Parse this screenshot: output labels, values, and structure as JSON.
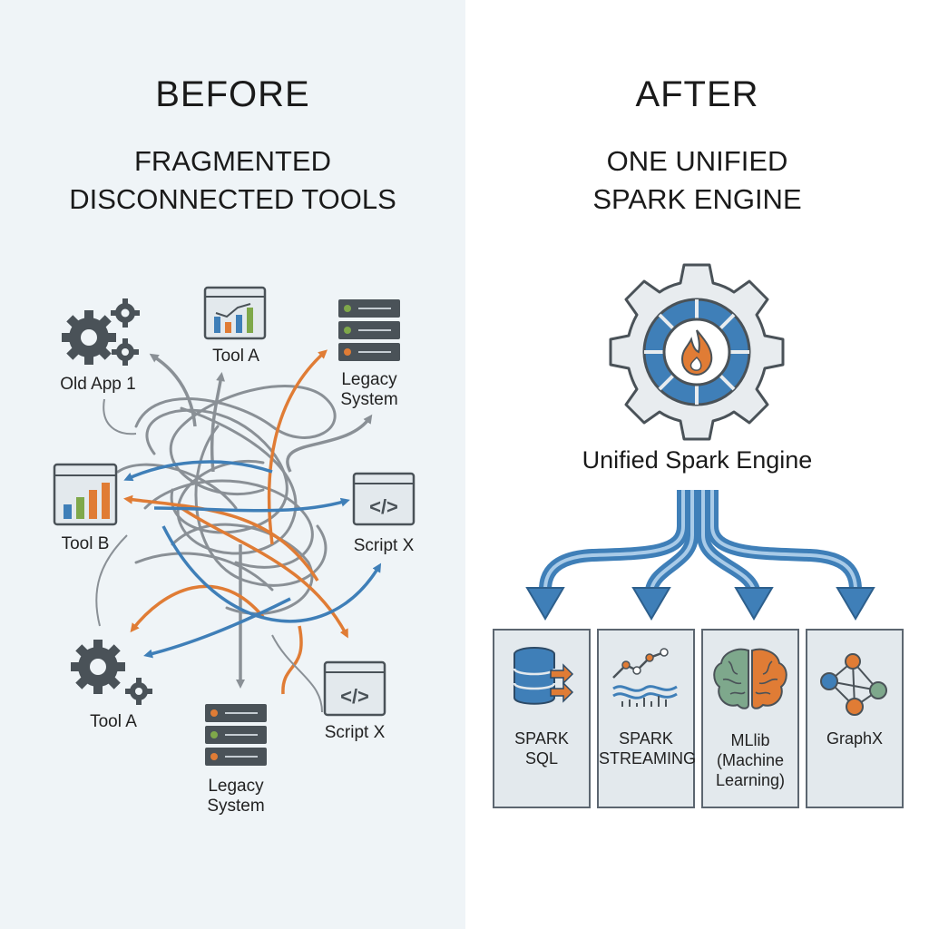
{
  "before": {
    "heading": "BEFORE",
    "subtitle_line1": "FRAGMENTED",
    "subtitle_line2": "DISCONNECTED TOOLS",
    "nodes": {
      "old_app": "Old App 1",
      "tool_a_top": "Tool A",
      "legacy_top_line1": "Legacy",
      "legacy_top_line2": "System",
      "tool_b": "Tool B",
      "script_x_right": "Script X",
      "tool_a_bottom": "Tool A",
      "script_x_bottom": "Script X",
      "legacy_bottom_line1": "Legacy",
      "legacy_bottom_line2": "System"
    }
  },
  "after": {
    "heading": "AFTER",
    "subtitle_line1": "ONE UNIFIED",
    "subtitle_line2": "SPARK ENGINE",
    "engine_label": "Unified Spark Engine",
    "modules": [
      {
        "line1": "SPARK",
        "line2": "SQL",
        "line3": "",
        "icon": "database-icon"
      },
      {
        "line1": "SPARK",
        "line2": "STREAMING",
        "line3": "",
        "icon": "stream-chart-icon"
      },
      {
        "line1": "MLlib",
        "line2": "(Machine",
        "line3": "Learning)",
        "icon": "brain-icon"
      },
      {
        "line1": "GraphX",
        "line2": "",
        "line3": "",
        "icon": "graph-network-icon"
      }
    ]
  },
  "colors": {
    "gray_arrow": "#8a9096",
    "blue_arrow": "#3f7fb8",
    "orange_arrow": "#e07c35",
    "dark_icon": "#4a5258",
    "left_bg": "#eff4f7"
  }
}
